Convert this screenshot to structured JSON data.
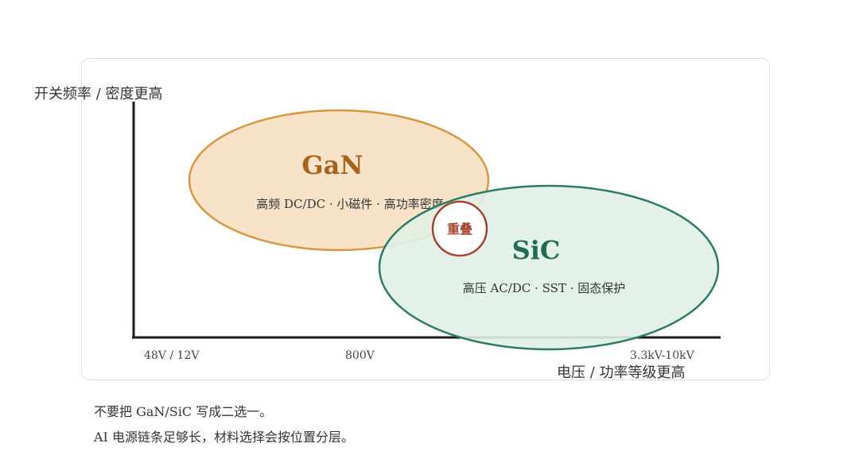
{
  "diagram": {
    "y_axis_label": "开关频率 / 密度更高",
    "x_axis_label": "电压 / 功率等级更高",
    "x_ticks": [
      "48V / 12V",
      "800V",
      "3.3kV-10kV"
    ],
    "gan": {
      "title": "GaN",
      "subtitle": "高频 DC/DC · 小磁件 · 高功率密度",
      "fill": "#f8e3c8",
      "stroke": "#d8963e",
      "title_color": "#a8631b"
    },
    "sic": {
      "title": "SiC",
      "subtitle": "高压 AC/DC · SST · 固态保护",
      "fill": "#e1efe7",
      "stroke": "#2c7b66",
      "title_color": "#1f6b56"
    },
    "overlap": {
      "label": "重叠",
      "stroke": "#a5432f",
      "text_color": "#a5432f"
    }
  },
  "notes": [
    "不要把 GaN/SiC 写成二选一。",
    "AI 电源链条足够长，材料选择会按位置分层。"
  ]
}
